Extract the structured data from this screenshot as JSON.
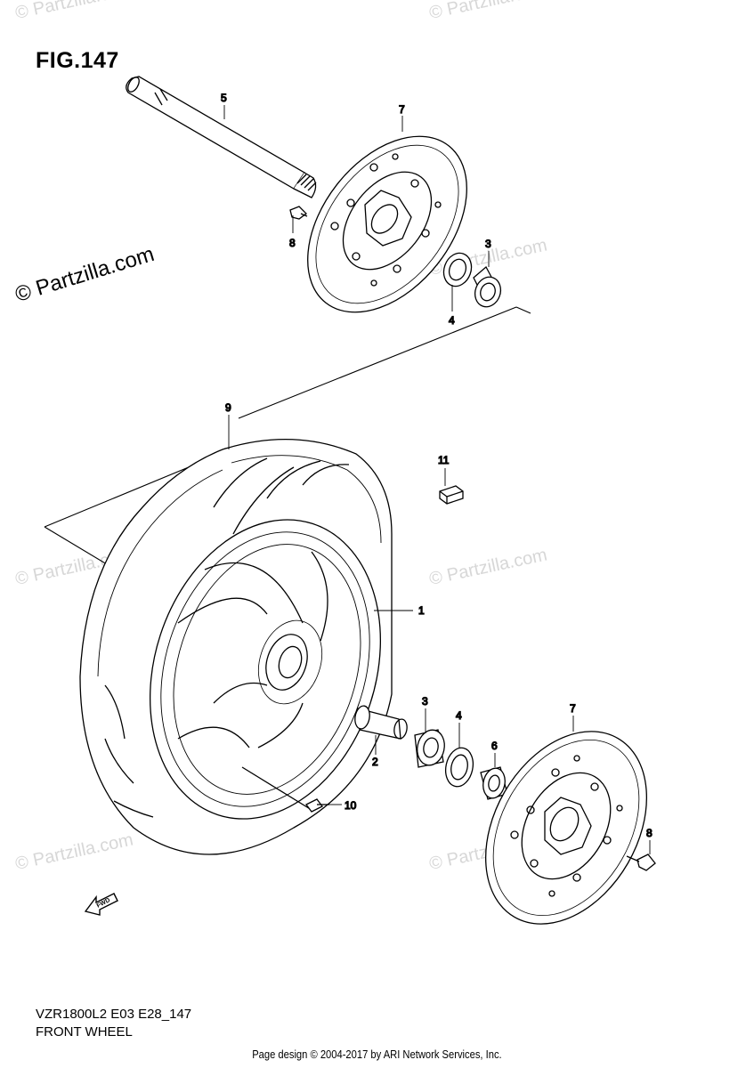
{
  "figure": {
    "title": "FIG.147",
    "model_code": "VZR1800L2 E03 E28_147",
    "section_name": "FRONT WHEEL"
  },
  "copyright": {
    "main": "© Partzilla.com",
    "watermark": "© Partzilla.com"
  },
  "footer": {
    "text": "Page design © 2004-2017 by ARI Network Services, Inc."
  },
  "arrow": {
    "label": "FWD"
  },
  "callouts": {
    "c1": "1",
    "c2": "2",
    "c3a": "3",
    "c3b": "3",
    "c4a": "4",
    "c4b": "4",
    "c5": "5",
    "c6": "6",
    "c7a": "7",
    "c7b": "7",
    "c8a": "8",
    "c8b": "8",
    "c9": "9",
    "c10": "10",
    "c11": "11"
  }
}
